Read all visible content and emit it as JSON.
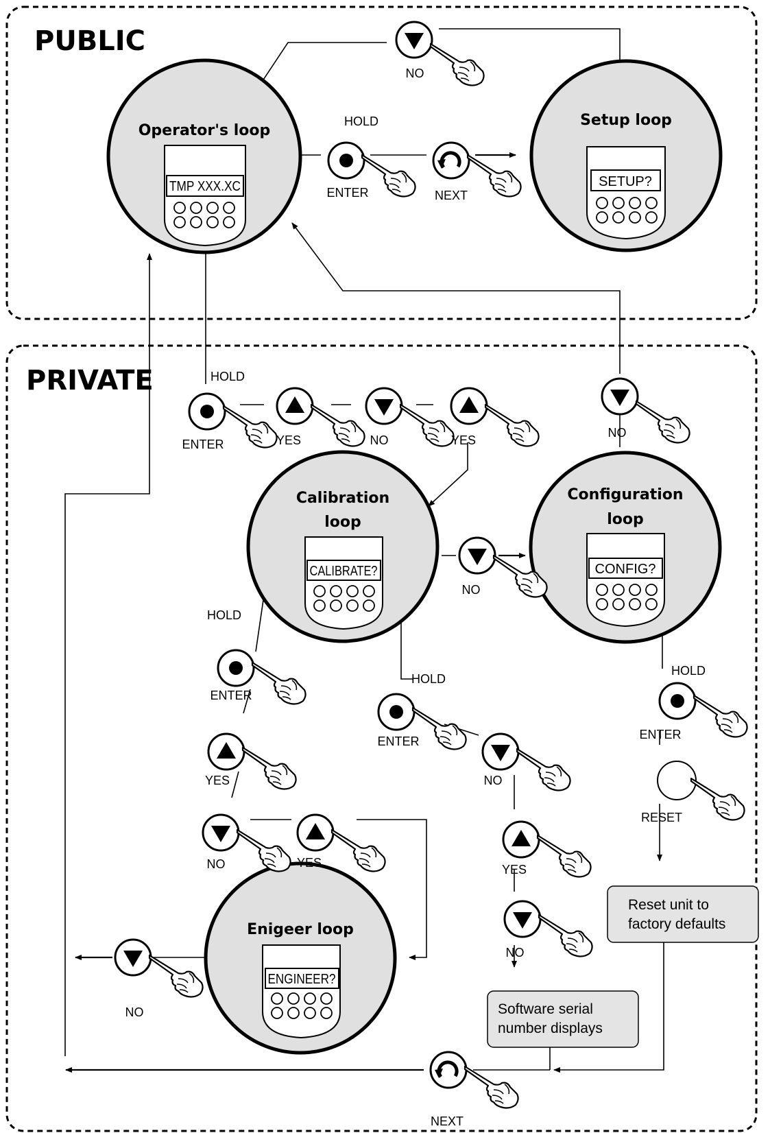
{
  "sections": {
    "public": "PUBLIC",
    "private": "PRIVATE"
  },
  "loops": {
    "operator": {
      "title": "Operator's loop",
      "display": "TMP XXX.XC"
    },
    "setup": {
      "title": "Setup loop",
      "display": "SETUP?"
    },
    "calibration": {
      "title_line1": "Calibration",
      "title_line2": "loop",
      "display": "CALIBRATE?"
    },
    "configuration": {
      "title_line1": "Configuration",
      "title_line2": "loop",
      "display": "CONFIG?"
    },
    "engineer": {
      "title": "Enigeer loop",
      "display": "ENGINEER?"
    }
  },
  "labels": {
    "hold": "HOLD",
    "enter": "ENTER",
    "next": "NEXT",
    "no": "NO",
    "yes": "YES",
    "reset": "RESET"
  },
  "boxes": {
    "reset_line1": "Reset unit to",
    "reset_line2": "factory defaults",
    "serial_line1": "Software serial",
    "serial_line2": "number displays"
  },
  "icons": {
    "enter": "enter-dot-icon",
    "down": "down-arrow-icon",
    "up": "up-arrow-icon",
    "next": "next-curved-arrow-icon",
    "reset": "reset-blank-icon",
    "hand": "pointing-hand-icon"
  },
  "colors": {
    "loop_fill": "#e0e0e0",
    "box_fill": "#e4e4e4",
    "ink": "#000000",
    "background": "#ffffff"
  }
}
